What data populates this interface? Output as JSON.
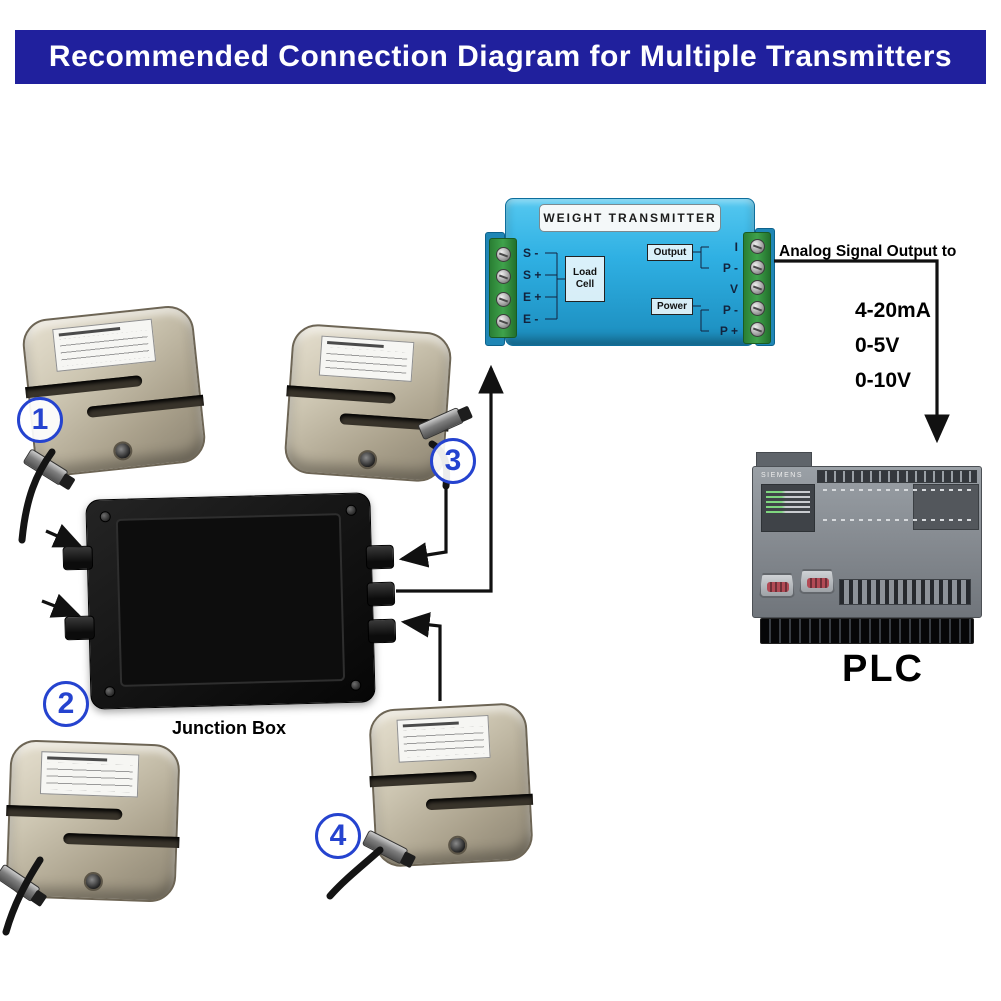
{
  "banner": {
    "title": "Recommended Connection Diagram for Multiple Transmitters"
  },
  "transmitter": {
    "title": "WEIGHT TRANSMITTER",
    "left_terminals": [
      "S -",
      "S +",
      "E +",
      "E -"
    ],
    "load_cell_box": {
      "line1": "Load",
      "line2": "Cell"
    },
    "right_terminals": [
      "I",
      "P -",
      "V",
      "P -",
      "P +"
    ],
    "output_box": "Output",
    "power_box": "Power"
  },
  "analog_output": {
    "heading": "Analog Signal Output to",
    "options": [
      "4-20mA",
      "0-5V",
      "0-10V"
    ]
  },
  "plc": {
    "brand": "SIEMENS",
    "caption": "PLC"
  },
  "junction_box": {
    "caption": "Junction Box"
  },
  "load_cells": [
    {
      "number": "1"
    },
    {
      "number": "2"
    },
    {
      "number": "3"
    },
    {
      "number": "4"
    }
  ],
  "colors": {
    "banner_bg": "#20209d",
    "transmitter_blue": "#2fb0e3",
    "terminal_green": "#2f9040",
    "badge_blue": "#2543cf",
    "arrow_black": "#111111"
  }
}
